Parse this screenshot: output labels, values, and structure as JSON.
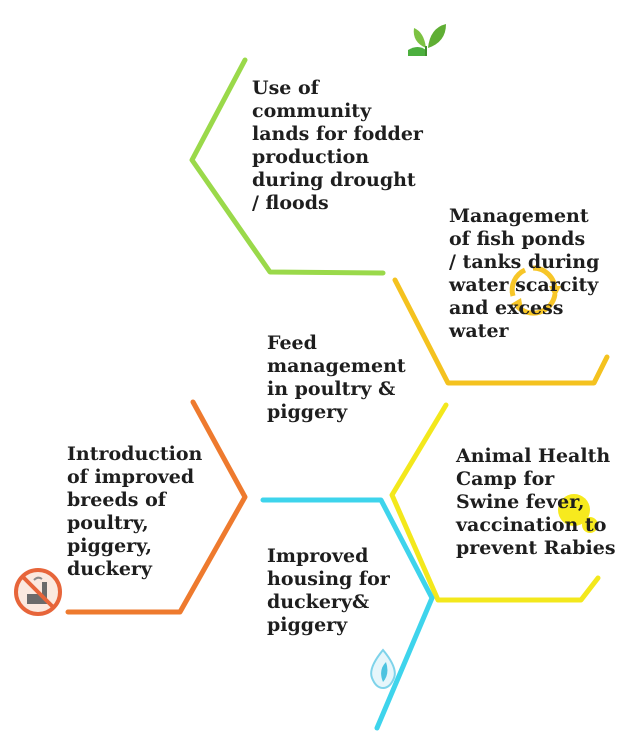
{
  "diagram": {
    "labels": {
      "community_lands": "Use of\ncommunity\nlands for fodder\nproduction\nduring drought\n/ floods",
      "fish_ponds": "Management\nof fish ponds\n/ tanks during\nwater scarcity\nand excess\nwater",
      "feed_management": "Feed\nmanagement\nin poultry &\npiggery",
      "improved_breeds": "Introduction\nof improved\nbreeds of\npoultry,\npiggery,\nduckery",
      "animal_health": "Animal Health\nCamp for\nSwine fever,\nvaccination to\nprevent  Rabies",
      "improved_housing": "Improved\nhousing for\nduckery&\npiggery"
    },
    "colors": {
      "green": "#9ad94a",
      "gold": "#f4c21f",
      "yellow": "#f3e81c",
      "orange": "#ee7a2e",
      "cyan": "#3ed4ec",
      "text": "#1e1e1e"
    },
    "icons": [
      "leaf-sprout-icon",
      "recycle-arrows-icon",
      "sun-icon",
      "no-pollution-factory-icon",
      "water-drop-leaf-icon"
    ]
  }
}
